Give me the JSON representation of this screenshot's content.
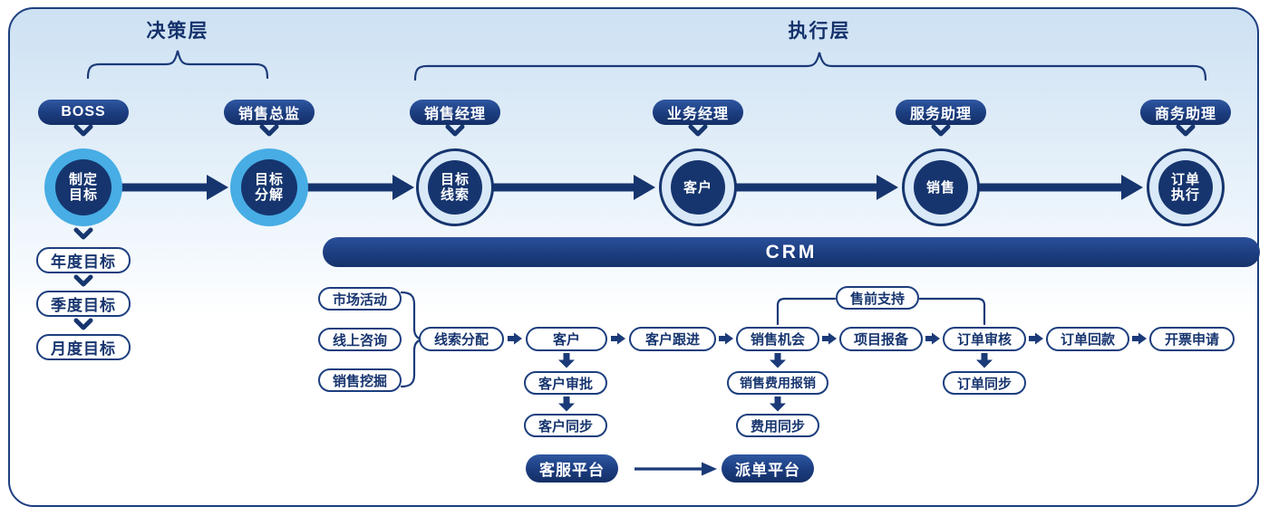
{
  "layers": {
    "decision": "决策层",
    "execution": "执行层"
  },
  "roles": [
    "BOSS",
    "销售总监",
    "销售经理",
    "业务经理",
    "服务助理",
    "商务助理"
  ],
  "stages": [
    {
      "lines": [
        "制定",
        "目标"
      ]
    },
    {
      "lines": [
        "目标",
        "分解"
      ]
    },
    {
      "lines": [
        "目标",
        "线索"
      ]
    },
    {
      "lines": [
        "客户"
      ]
    },
    {
      "lines": [
        "销售"
      ]
    },
    {
      "lines": [
        "订单",
        "执行"
      ]
    }
  ],
  "goals": [
    "年度目标",
    "季度目标",
    "月度目标"
  ],
  "crm_label": "CRM",
  "lead_sources": [
    "市场活动",
    "线上咨询",
    "销售挖掘"
  ],
  "main_flow": [
    "线索分配",
    "客户",
    "客户跟进",
    "销售机会",
    "项目报备",
    "订单审核",
    "订单回款",
    "开票申请"
  ],
  "presale_label": "售前支持",
  "customer_subflow": [
    "客户审批",
    "客户同步"
  ],
  "expense_subflow": [
    "销售费用报销",
    "费用同步"
  ],
  "order_subflow": [
    "订单同步"
  ],
  "platforms": [
    "客服平台",
    "派单平台"
  ],
  "colors": {
    "navy": "#16356e",
    "navy_gradient_top": "#2f57a2",
    "sky_ring": "#47ade4",
    "pale_ring": "#d9e9f8",
    "panel_border": "#1d3f7f",
    "background_top": "#cde1f3",
    "text_navy": "#14316b"
  }
}
